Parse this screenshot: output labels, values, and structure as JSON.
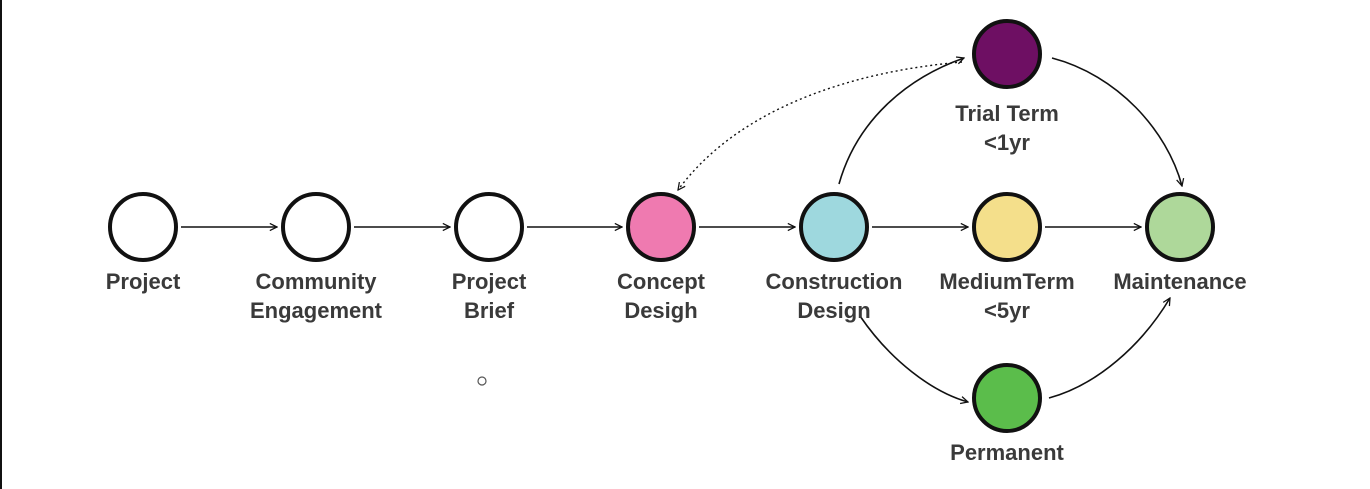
{
  "diagram": {
    "colors": {
      "stroke": "#111111",
      "text": "#3a3a3a",
      "background": "#ffffff"
    },
    "nodes": [
      {
        "id": "project",
        "lines": [
          "Project"
        ],
        "fill": "#ffffff"
      },
      {
        "id": "community",
        "lines": [
          "Community",
          "Engagement"
        ],
        "fill": "#ffffff"
      },
      {
        "id": "brief",
        "lines": [
          "Project",
          "Brief"
        ],
        "fill": "#ffffff"
      },
      {
        "id": "concept",
        "lines": [
          "Concept",
          "Desigh"
        ],
        "fill": "#ef7ab0"
      },
      {
        "id": "construction",
        "lines": [
          "Construction",
          "Design"
        ],
        "fill": "#9ed8de"
      },
      {
        "id": "medium",
        "lines": [
          "MediumTerm",
          "<5yr"
        ],
        "fill": "#f4df8b"
      },
      {
        "id": "maintenance",
        "lines": [
          "Maintenance"
        ],
        "fill": "#aed89a"
      },
      {
        "id": "trial",
        "lines": [
          "Trial Term",
          "<1yr"
        ],
        "fill": "#6e0f63"
      },
      {
        "id": "permanent",
        "lines": [
          "Permanent"
        ],
        "fill": "#5bbd4b"
      }
    ],
    "edges": [
      {
        "from": "project",
        "to": "community",
        "style": "solid"
      },
      {
        "from": "community",
        "to": "brief",
        "style": "solid"
      },
      {
        "from": "brief",
        "to": "concept",
        "style": "solid"
      },
      {
        "from": "concept",
        "to": "construction",
        "style": "solid"
      },
      {
        "from": "construction",
        "to": "medium",
        "style": "solid"
      },
      {
        "from": "medium",
        "to": "maintenance",
        "style": "solid"
      },
      {
        "from": "construction",
        "to": "trial",
        "style": "solid-curve"
      },
      {
        "from": "trial",
        "to": "maintenance",
        "style": "solid-curve"
      },
      {
        "from": "construction",
        "to": "permanent",
        "style": "solid-curve"
      },
      {
        "from": "permanent",
        "to": "maintenance",
        "style": "solid-curve"
      },
      {
        "from": "trial",
        "to": "concept",
        "style": "dotted"
      }
    ]
  }
}
